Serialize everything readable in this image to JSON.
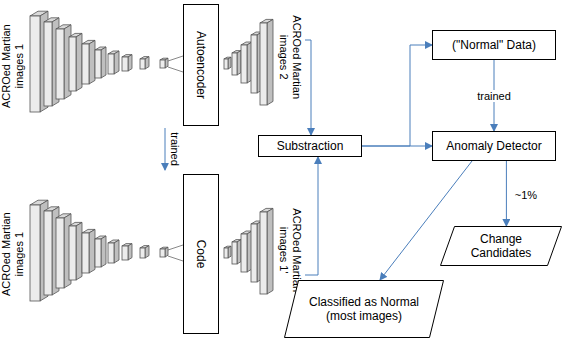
{
  "diagram": {
    "nodes": [
      {
        "text": [
          "Autoencoder"
        ]
      },
      {
        "text": [
          "Code"
        ]
      },
      {
        "text": [
          "Substraction"
        ]
      },
      {
        "text": [
          "(\"Normal\" Data)"
        ]
      },
      {
        "text": [
          "Anomaly Detector"
        ]
      },
      {
        "text": [
          "Change Candidates"
        ]
      },
      {
        "text": [
          "Classified as Normal (most images)"
        ]
      }
    ],
    "edges": [
      {
        "from": 0,
        "to": 1,
        "label": "trained",
        "arrow": "to"
      },
      {
        "from": 0,
        "to": 2,
        "arrow": "to"
      },
      {
        "from": 1,
        "to": 2,
        "arrow": "to"
      },
      {
        "from": 2,
        "to": 4,
        "arrow": "to"
      },
      {
        "from": 2,
        "to": 3,
        "arrow": "to"
      },
      {
        "from": 3,
        "to": 4,
        "label": "trained",
        "arrow": "to"
      },
      {
        "from": 4,
        "to": 6,
        "arrow": "to"
      },
      {
        "from": 4,
        "to": 5,
        "label": "~1%",
        "arrow": "to"
      }
    ],
    "labels": [
      "ACROed Martian images 1",
      "ACROed Martian images 2",
      "ACROed Martian images 1",
      "ACROed Martian images 1'"
    ]
  }
}
